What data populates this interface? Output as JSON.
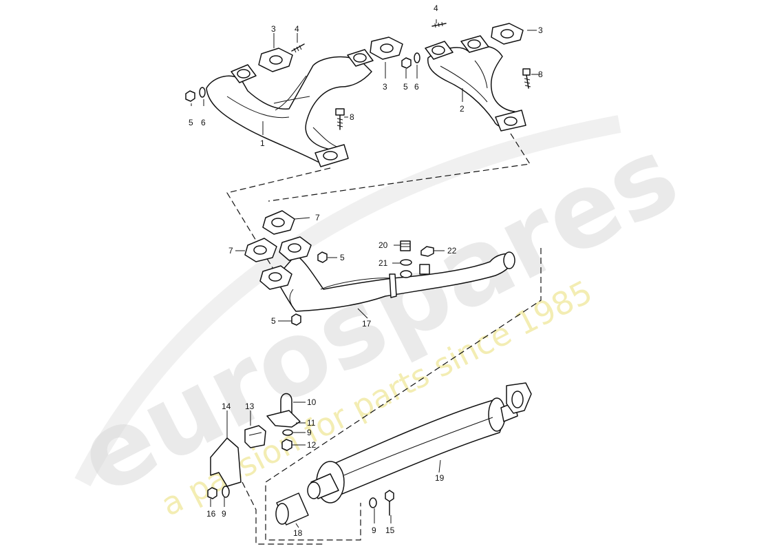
{
  "watermark": {
    "brand": "eurospares",
    "tagline": "a passion for parts since 1985"
  },
  "callouts": {
    "c1": "1",
    "c2": "2",
    "c3a": "3",
    "c3b": "3",
    "c3c": "3",
    "c4a": "4",
    "c4b": "4",
    "c5a": "5",
    "c5b": "5",
    "c5c": "5",
    "c5d": "5",
    "c6a": "6",
    "c6b": "6",
    "c7a": "7",
    "c7b": "7",
    "c8a": "8",
    "c8b": "8",
    "c9a": "9",
    "c9b": "9",
    "c9c": "9",
    "c10": "10",
    "c11": "11",
    "c12": "12",
    "c13": "13",
    "c14": "14",
    "c15": "15",
    "c16": "16",
    "c17": "17",
    "c18": "18",
    "c19": "19",
    "c20": "20",
    "c21": "21",
    "c22": "22"
  }
}
